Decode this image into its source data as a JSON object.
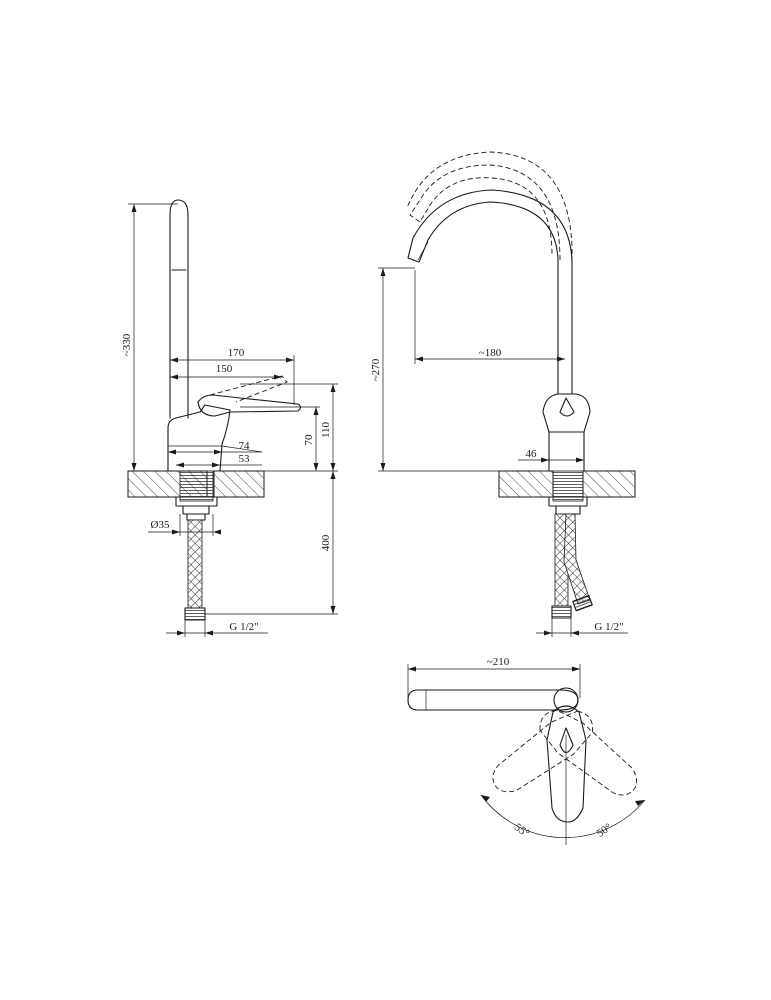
{
  "drawing": {
    "side_view": {
      "dim_height": "~330",
      "dim_reach_170": "170",
      "dim_reach_150": "150",
      "dim_lever_70": "70",
      "dim_lever_110": "110",
      "dim_base_74": "74",
      "dim_base_53": "53",
      "dim_shank": "Ø35",
      "dim_hose_length": "400",
      "dim_thread": "G 1/2\""
    },
    "front_view": {
      "dim_spout_height": "~270",
      "dim_spout_reach": "~180",
      "dim_body_width": "46",
      "dim_thread": "G 1/2\""
    },
    "top_view": {
      "dim_length": "~210",
      "angle_left": "55°",
      "angle_right": "50°"
    }
  }
}
